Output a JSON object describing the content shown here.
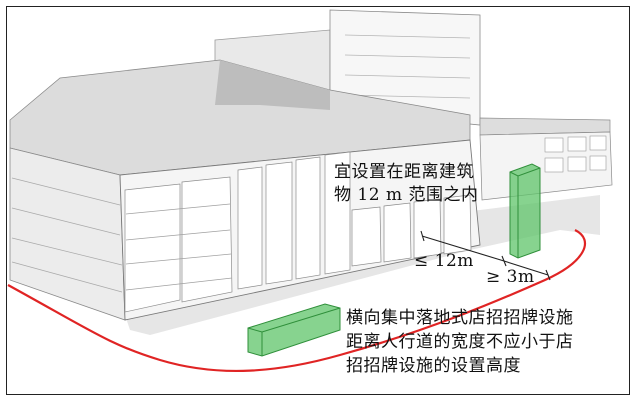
{
  "annotations": {
    "top_line1": "宜设置在距离建筑",
    "top_line2": "物 12 m 范围之内",
    "dim_12m": "≤ 12m",
    "dim_3m": "≥ 3m",
    "bottom_line1": "横向集中落地式店招招牌设施",
    "bottom_line2": "距离人行道的宽度不应小于店",
    "bottom_line3": "招招牌设施的设置高度"
  },
  "colors": {
    "boundary_line": "#e02424",
    "sign_fill": "#5fc46a",
    "sign_stroke": "#2f8f3a",
    "building_face": "#f2f2f2",
    "shadow": "#c8c8c8"
  }
}
